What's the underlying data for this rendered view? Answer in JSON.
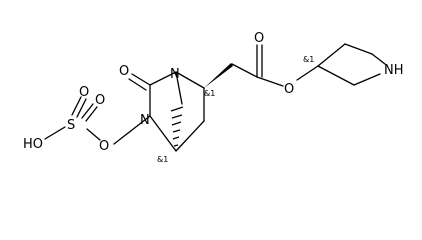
{
  "molecule": {
    "atoms": {
      "o_carbonyl_ring": "O",
      "n_bridge_top": "N",
      "n_ring": "N",
      "o_n_link": "O",
      "s_sulfate": "S",
      "o_sulfate_up": "O",
      "o_sulfate_right": "O",
      "oh_sulfate": "HO",
      "o_ester_carbonyl": "O",
      "o_ester": "O",
      "nh_pyrrolidine": "NH"
    },
    "stereo_labels": {
      "c2": "&1",
      "c5": "&1",
      "c3_pyrrolidine": "&1"
    }
  }
}
